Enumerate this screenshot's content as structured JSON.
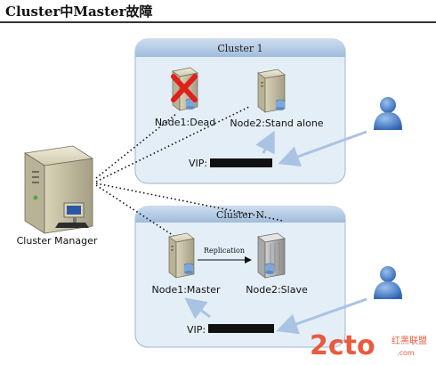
{
  "page": {
    "title": "Cluster中Master故障"
  },
  "manager": {
    "label": "Cluster Manager"
  },
  "cluster1": {
    "title": "Cluster 1",
    "node1_label": "Node1:Dead",
    "node2_label": "Node2:Stand alone",
    "vip_label": "VIP:"
  },
  "clusterN": {
    "title": "Cluster N",
    "node1_label": "Node1:Master",
    "node2_label": "Node2:Slave",
    "replication_label": "Replication",
    "vip_label": "VIP:"
  },
  "watermark": {
    "brand": "2cto",
    "cn": "红黑联盟",
    "domain": ".com"
  },
  "colors": {
    "cluster_fill": "#e4eef7",
    "cluster_header": "#b6cde6",
    "dead_cross": "#e0201a",
    "user_blue": "#4a7fc6",
    "arrow_blue": "#aac3e2"
  }
}
